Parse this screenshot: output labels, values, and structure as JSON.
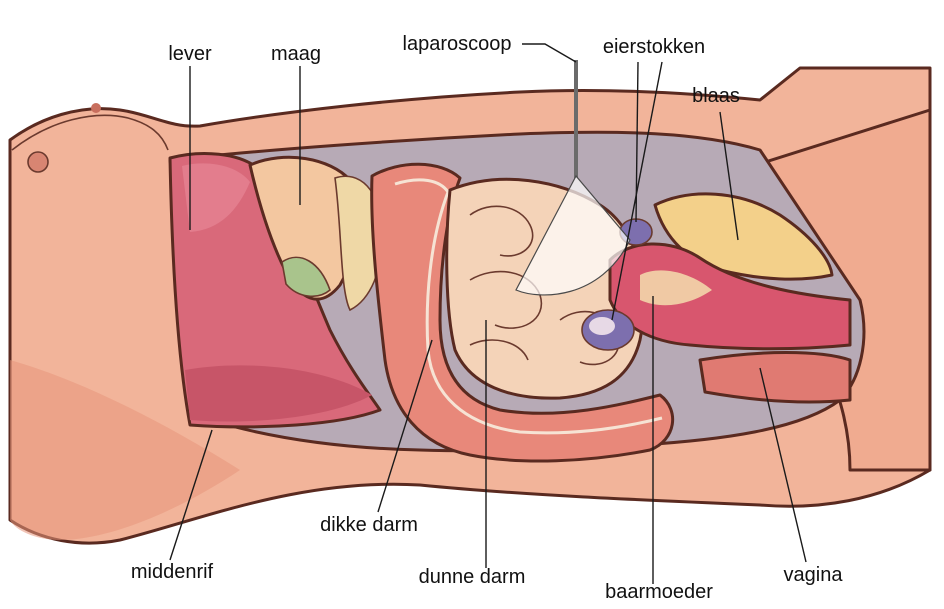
{
  "labels": {
    "lever": "lever",
    "maag": "maag",
    "laparoscoop": "laparoscoop",
    "eierstokken": "eierstokken",
    "blaas": "blaas",
    "middenrif": "middenrif",
    "dikke_darm": "dikke darm",
    "dunne_darm": "dunne darm",
    "baarmoeder": "baarmoeder",
    "vagina": "vagina"
  },
  "colors": {
    "skin": "#f2b49a",
    "skin_shadow": "#e8957c",
    "cavity": "#b7aab6",
    "liver": "#d9697a",
    "stomach": "#f3c7a0",
    "colon": "#e8887a",
    "small_intestine": "#f4d3b8",
    "uterus": "#d8566e",
    "bladder": "#f3d08a",
    "ovary": "#7d6fae",
    "outline": "#5a2a20"
  }
}
